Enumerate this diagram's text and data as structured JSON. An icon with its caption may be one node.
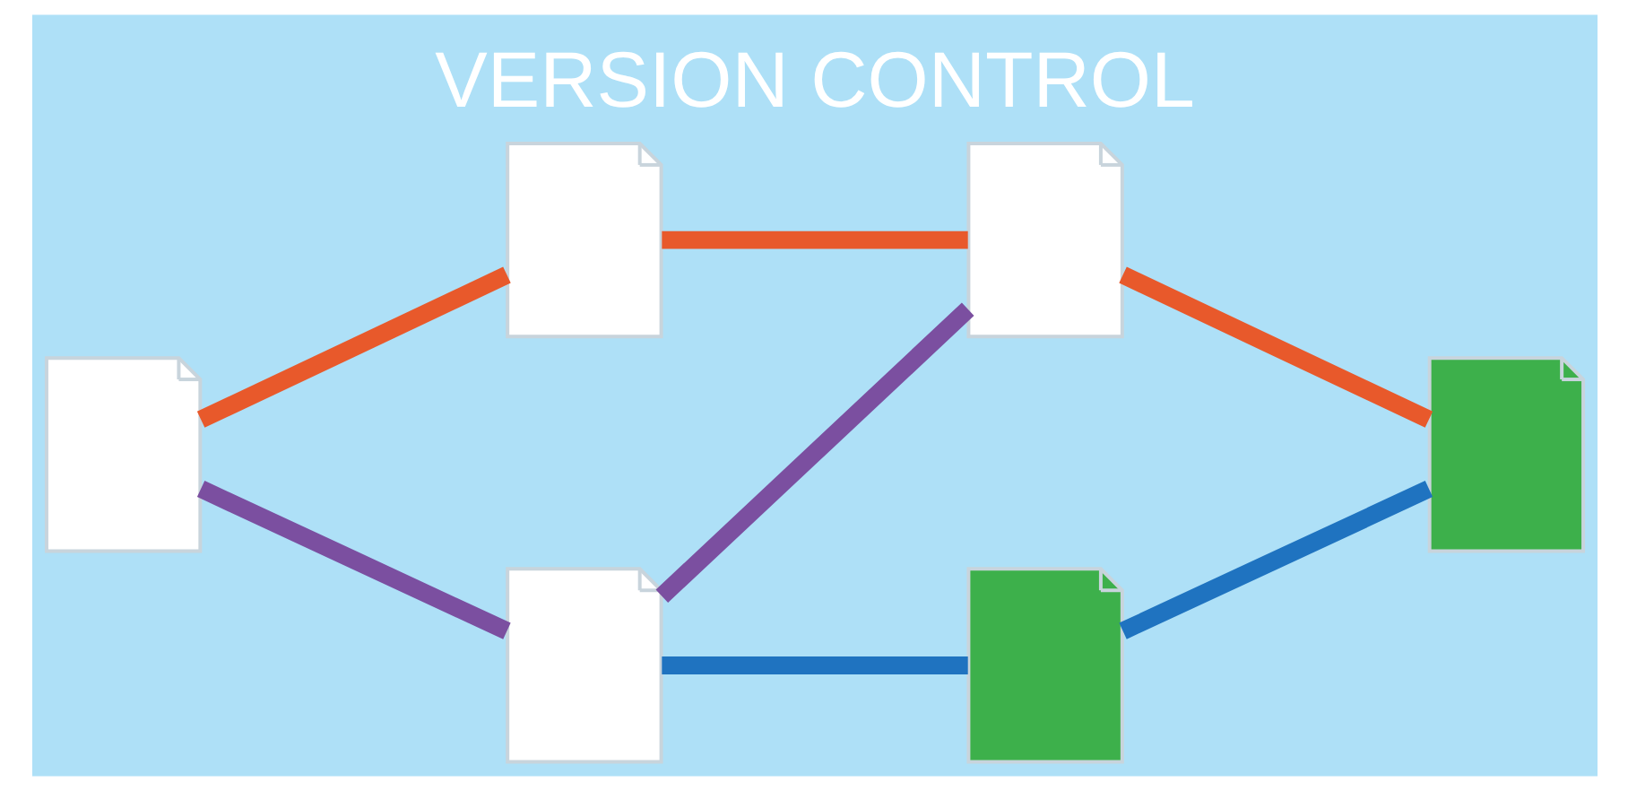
{
  "diagram": {
    "title": "VERSION CONTROL",
    "nodes": [
      {
        "text": [],
        "shape": "picture"
      },
      {
        "text": [],
        "shape": "picture"
      },
      {
        "text": [],
        "shape": "picture"
      },
      {
        "text": [],
        "shape": "picture"
      },
      {
        "text": [],
        "shape": "picture"
      },
      {
        "text": [],
        "shape": "picture"
      }
    ],
    "edges": [
      {
        "from": 0,
        "to": 1,
        "arrow": "none",
        "color": "#e8592b"
      },
      {
        "from": 1,
        "to": 2,
        "arrow": "none",
        "color": "#e8592b"
      },
      {
        "from": 2,
        "to": 3,
        "arrow": "none",
        "color": "#e8592b"
      },
      {
        "from": 0,
        "to": 4,
        "arrow": "none",
        "color": "#7b4fa0"
      },
      {
        "from": 4,
        "to": 2,
        "arrow": "none",
        "color": "#7b4fa0"
      },
      {
        "from": 4,
        "to": 5,
        "arrow": "none",
        "color": "#1f73c0"
      },
      {
        "from": 5,
        "to": 3,
        "arrow": "none",
        "color": "#1f73c0"
      }
    ]
  }
}
